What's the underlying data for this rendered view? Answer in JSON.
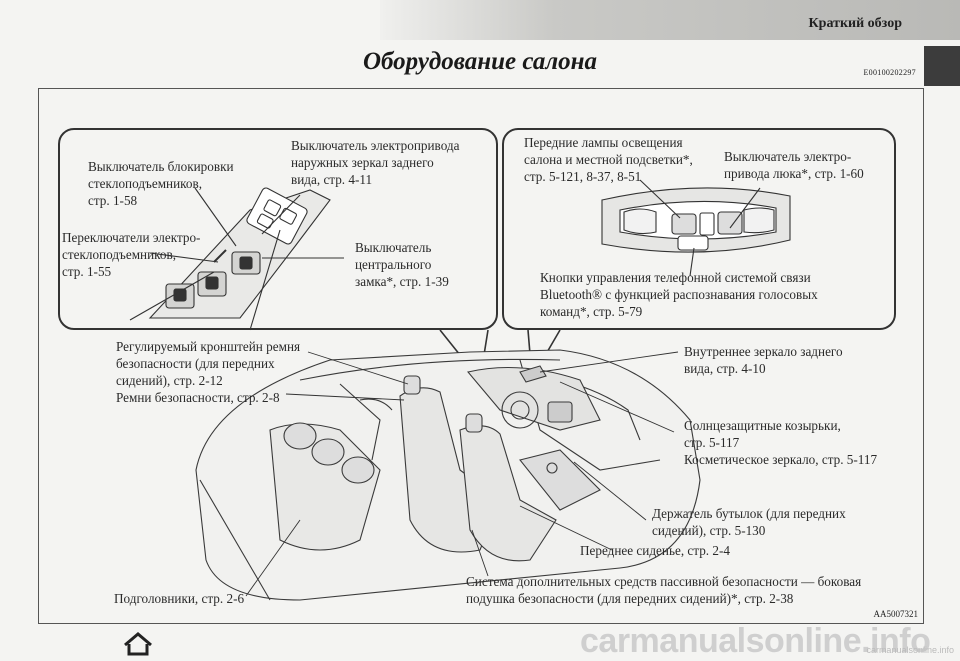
{
  "header": {
    "section": "Краткий обзор",
    "title": "Оборудование салона",
    "code": "E00100202297"
  },
  "callouts": {
    "left": {
      "window_lock": [
        "Выключатель блокировки",
        "стеклоподъемников,",
        "стр. 1-58"
      ],
      "mirror_switch": [
        "Выключатель электропривода",
        "наружных зеркал заднего",
        "вида, стр. 4-11"
      ],
      "window_switches": [
        "Переключатели электро-",
        "стеклоподъемников,",
        "стр. 1-55"
      ],
      "central_lock": [
        "Выключатель",
        "центрального",
        "замка*, стр. 1-39"
      ]
    },
    "right": {
      "front_lamps": [
        "Передние лампы освещения",
        "салона и местной подсветки*,",
        "стр. 5-121, 8-37, 8-51"
      ],
      "sunroof": [
        "Выключатель электро-",
        "привода люка*, стр. 1-60"
      ],
      "bluetooth": [
        "Кнопки управления телефонной системой связи",
        "Bluetooth® с функцией распознавания голосовых",
        "команд*, стр. 5-79"
      ]
    }
  },
  "labels": {
    "belt_anchor": [
      "Регулируемый кронштейн ремня",
      "безопасности (для передних",
      "сидений), стр. 2-12",
      "Ремни безопасности, стр. 2-8"
    ],
    "rear_mirror": [
      "Внутреннее зеркало заднего",
      "вида, стр. 4-10"
    ],
    "sun_visors": [
      "Солнцезащитные козырьки,",
      "стр. 5-117",
      "Косметическое зеркало, стр. 5-117"
    ],
    "bottle_holder": [
      "Держатель бутылок (для передних",
      "сидений), стр. 5-130"
    ],
    "front_seat": [
      "Переднее сиденье, стр. 2-4"
    ],
    "airbag": [
      "Система дополнительных средств пассивной безопасности — боковая",
      "подушка безопасности (для передних сидений)*, стр. 2-38"
    ],
    "headrests": [
      "Подголовники, стр. 2-6"
    ]
  },
  "figure_code": "AA5007321",
  "watermark": "carmanualsonline.info",
  "watermark_small": "carmanualsonline.info",
  "icons": {
    "home": "home-icon"
  }
}
